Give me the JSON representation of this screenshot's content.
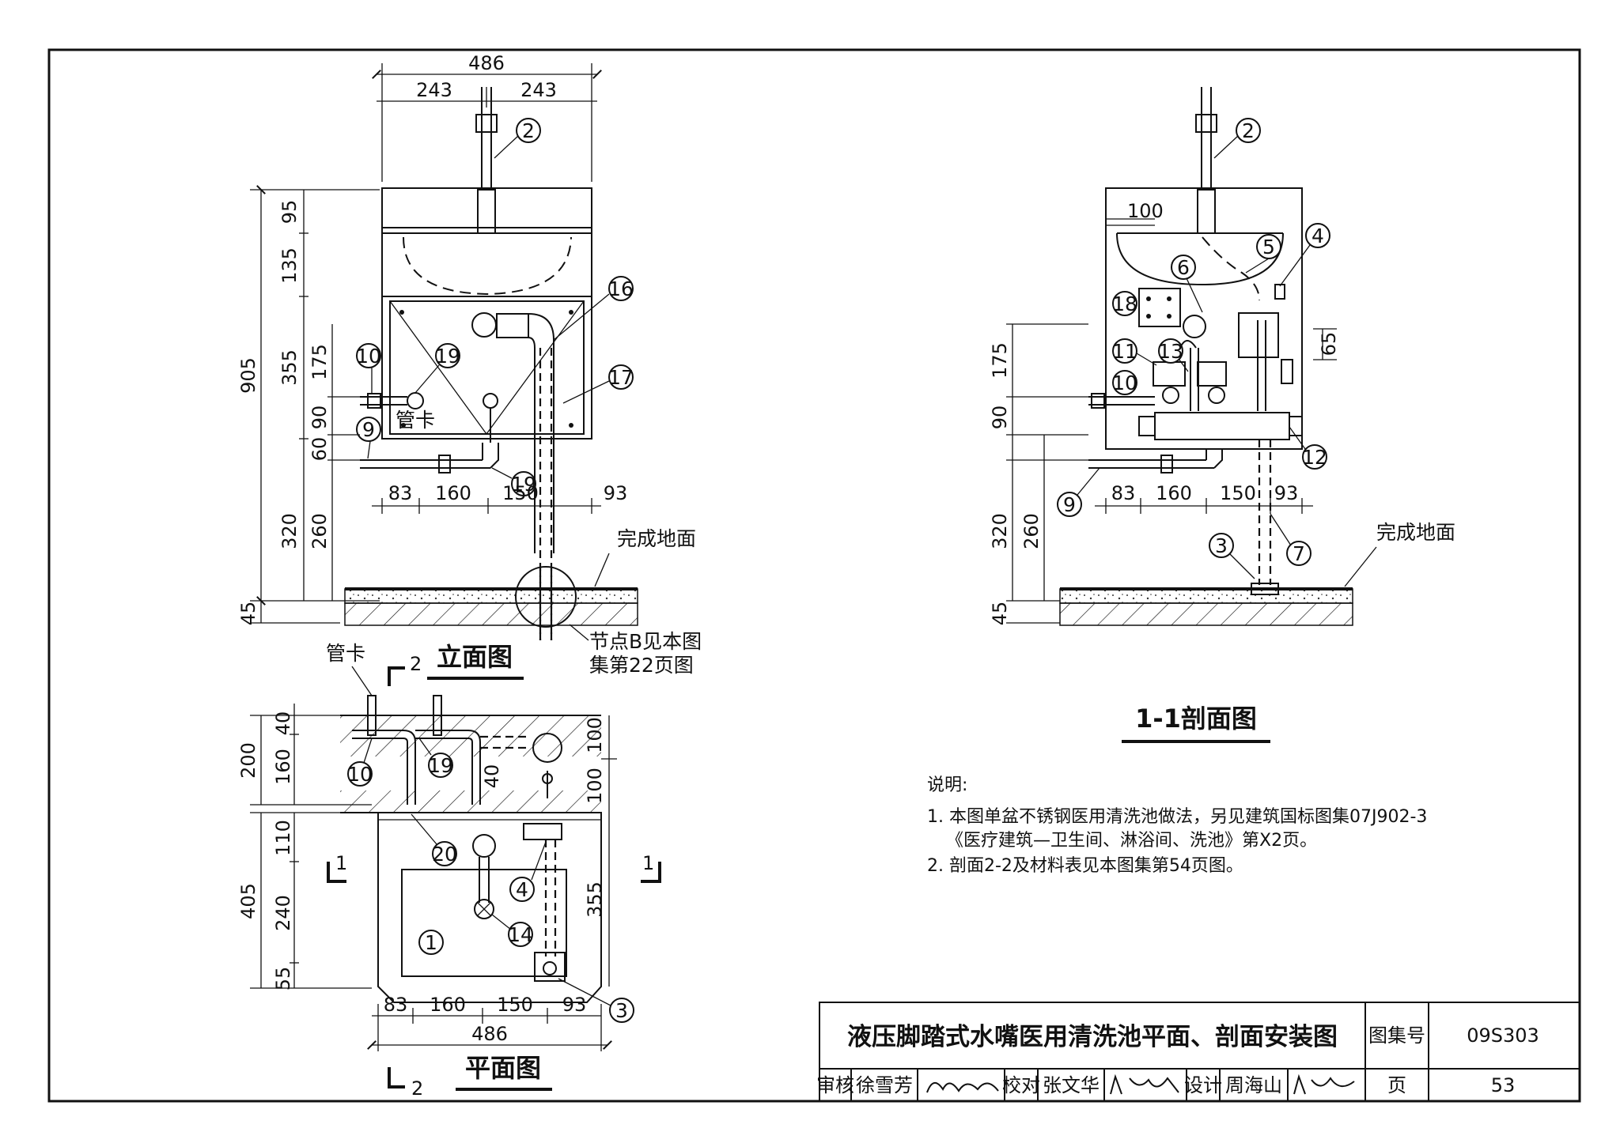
{
  "elevation": {
    "title": "立面图",
    "width_total": "486",
    "width_halves": [
      "243",
      "243"
    ],
    "vertical_dims_left": [
      "905",
      "320",
      "45"
    ],
    "vertical_dims_inner": [
      "95",
      "135",
      "355",
      "175",
      "90",
      "60",
      "260"
    ],
    "horizontal_dims": [
      "83",
      "160",
      "150",
      "93"
    ],
    "floor_label": "完成地面",
    "clamp_label": "管卡",
    "node_note": [
      "节点B见本图",
      "集第22页图"
    ],
    "bubbles": [
      "2",
      "16",
      "17",
      "10",
      "19",
      "9",
      "19"
    ]
  },
  "plan": {
    "title": "平面图",
    "clamp_label": "管卡",
    "vertical_dims_left": [
      "200",
      "405"
    ],
    "vertical_dims_inner": [
      "40",
      "160",
      "110",
      "240",
      "55"
    ],
    "vertical_dims_right": [
      "100",
      "100",
      "355"
    ],
    "small_dim": "40",
    "horizontal_dims": [
      "83",
      "160",
      "150",
      "93"
    ],
    "width_total": "486",
    "section_marks": {
      "mark_1_left": "1",
      "mark_1_right": "1",
      "mark_2_top": "2",
      "mark_2_bottom": "2"
    },
    "bubbles": [
      "10",
      "19",
      "20",
      "4",
      "1",
      "14",
      "3"
    ]
  },
  "section": {
    "title": "1-1剖面图",
    "dim_100": "100",
    "dim_65": "65",
    "vertical_dims_left": [
      "175",
      "90",
      "320",
      "260",
      "45"
    ],
    "horizontal_dims": [
      "83",
      "160",
      "150",
      "93"
    ],
    "floor_label": "完成地面",
    "bubbles": [
      "2",
      "5",
      "4",
      "6",
      "18",
      "11",
      "13",
      "10",
      "12",
      "9",
      "3",
      "7"
    ]
  },
  "notes": {
    "heading": "说明:",
    "items": [
      "1. 本图单盆不锈钢医用清洗池做法，另见建筑国标图集07J902-3",
      "《医疗建筑—卫生间、淋浴间、洗池》第X2页。",
      "2. 剖面2-2及材料表见本图集第54页图。"
    ]
  },
  "title_block": {
    "title": "液压脚踏式水嘴医用清洗池平面、剖面安装图",
    "atlas_label": "图集号",
    "atlas_no": "09S303",
    "review_label": "审核",
    "reviewer": "徐雪芳",
    "check_label": "校对",
    "checker": "张文华",
    "design_label": "设计",
    "designer": "周海山",
    "page_label": "页",
    "page_no": "53"
  }
}
